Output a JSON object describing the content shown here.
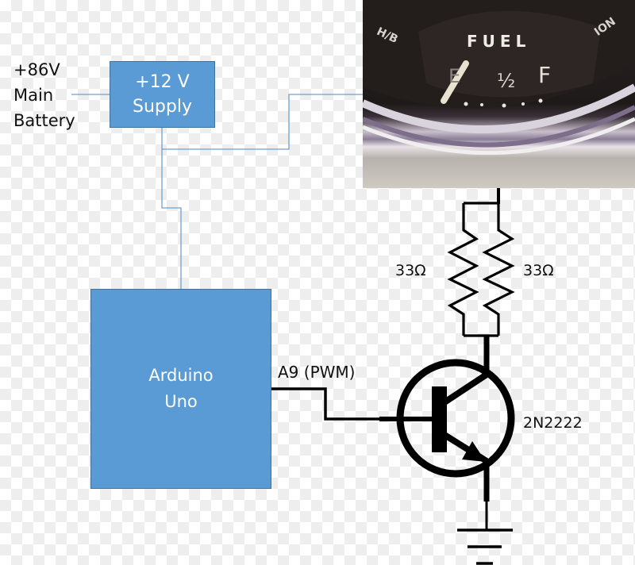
{
  "diagram": {
    "title": "Fuel gauge driver circuit",
    "battery_label": [
      "+86V",
      "Main",
      "Battery"
    ],
    "supply": {
      "lines": [
        "+12 V",
        "Supply"
      ]
    },
    "controller": {
      "lines": [
        "Arduino",
        "Uno"
      ]
    },
    "pwm_label": "A9 (PWM)",
    "resistors": [
      {
        "label": "33Ω"
      },
      {
        "label": "33Ω"
      }
    ],
    "transistor": {
      "label": "2N2222",
      "type": "NPN"
    },
    "gauge_photo": {
      "title": "FUEL",
      "marks": [
        "E",
        "½",
        "F"
      ],
      "side_labels": [
        "H/B",
        "ION"
      ]
    },
    "colors": {
      "block_fill": "#5b9bd5",
      "block_border": "#41719c",
      "supply_wire": "#6fa0d0",
      "circuit": "#000000"
    }
  }
}
